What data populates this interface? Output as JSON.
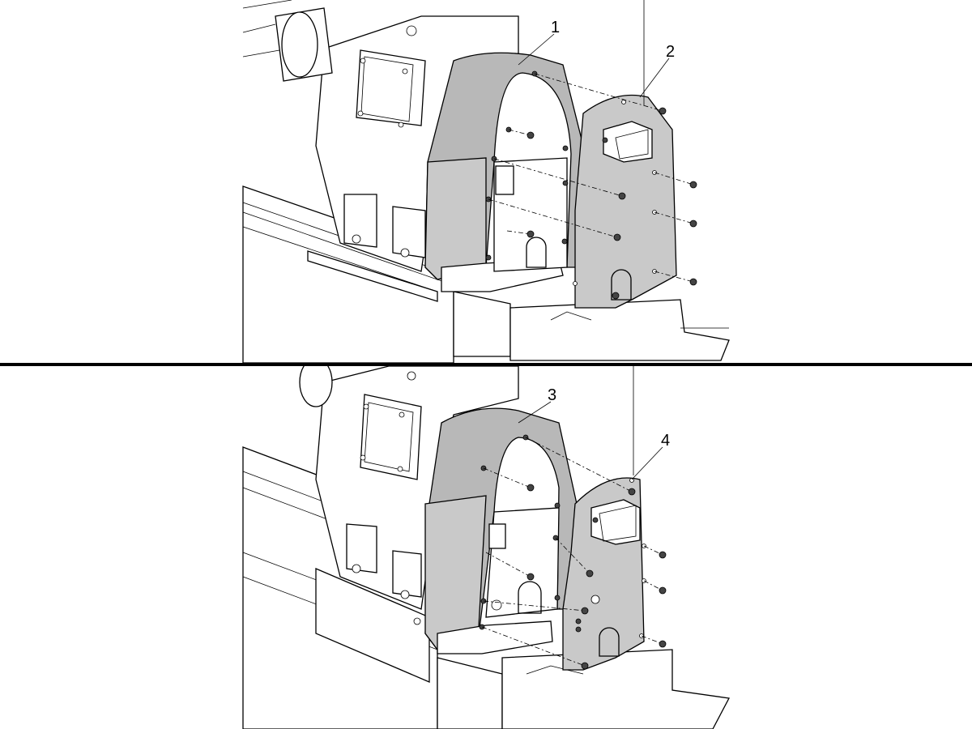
{
  "diagram": {
    "top_panel": {
      "callouts": [
        "1",
        "2"
      ]
    },
    "bottom_panel": {
      "callouts": [
        "3",
        "4"
      ]
    }
  }
}
